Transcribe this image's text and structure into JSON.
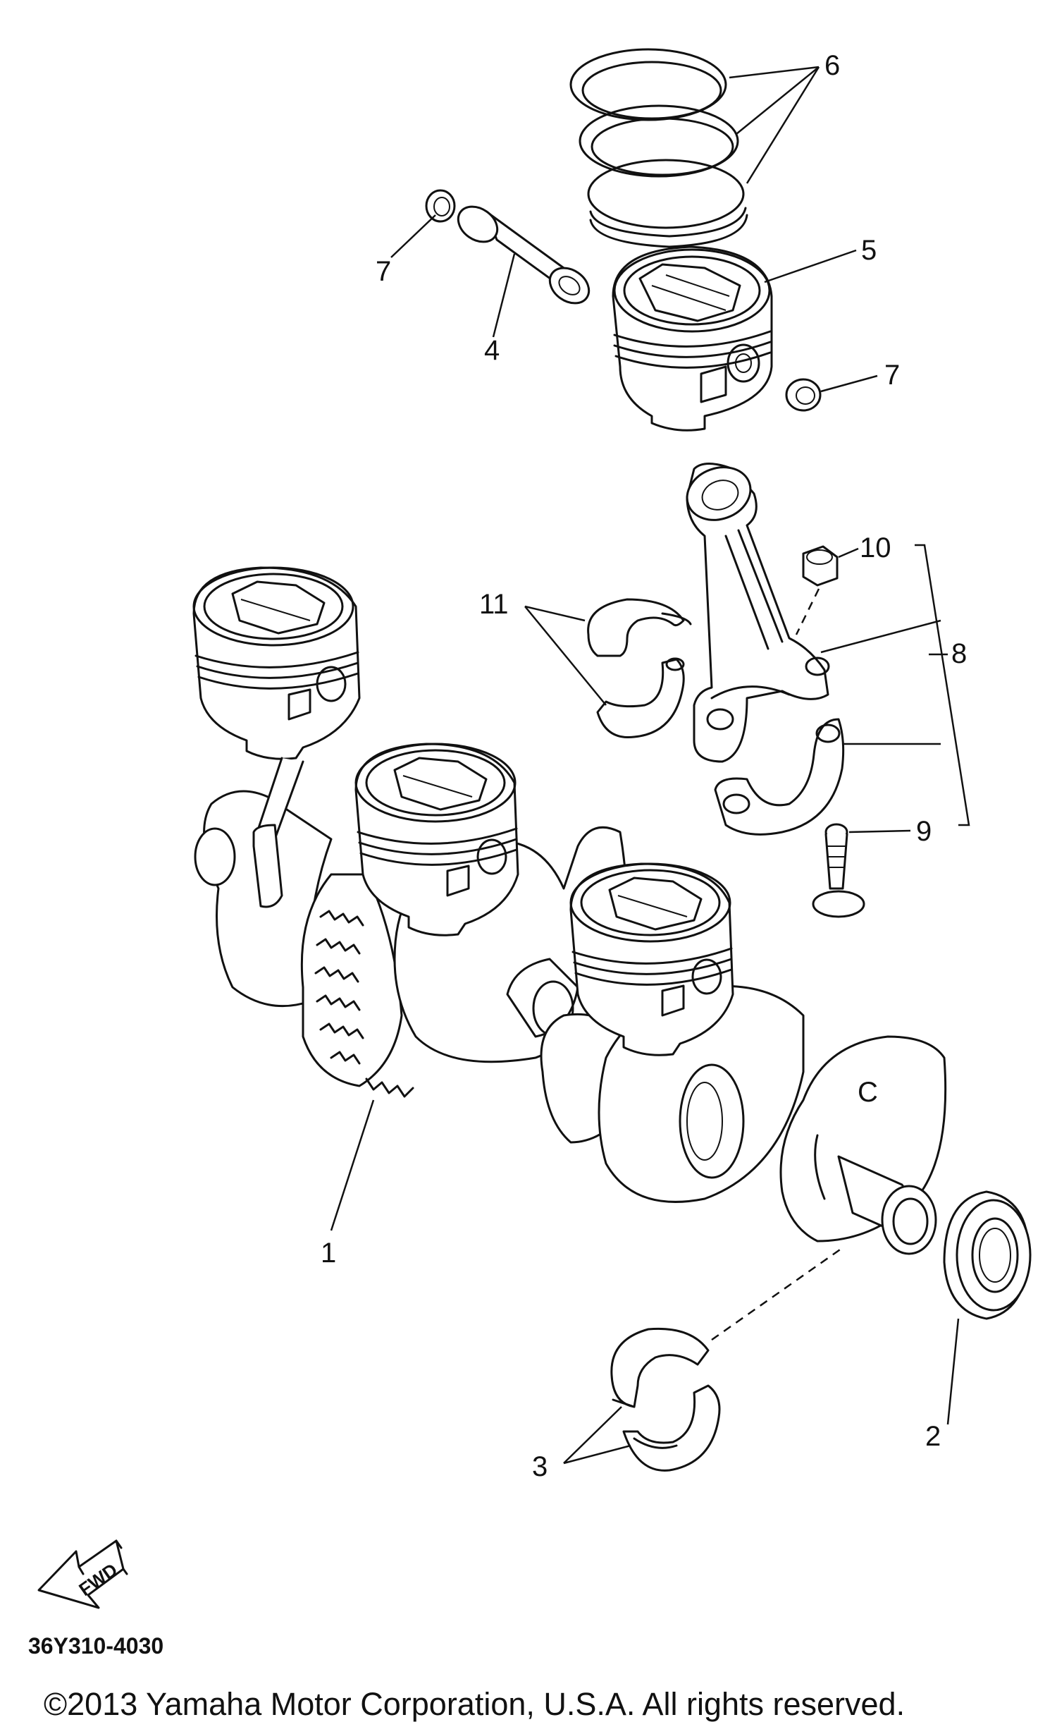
{
  "diagram": {
    "callouts": {
      "c1": "1",
      "c2": "2",
      "c3": "3",
      "c4": "4",
      "c5": "5",
      "c6": "6",
      "c7a": "7",
      "c7b": "7",
      "c8": "8",
      "c9": "9",
      "c10": "10",
      "c11": "11"
    },
    "crank_web_mark": "C",
    "fwd_label": "FWD",
    "part_code": "36Y310-4030",
    "copyright": "©2013 Yamaha Motor Corporation, U.S.A. All rights reserved."
  },
  "colors": {
    "ink": "#111111",
    "background": "#ffffff"
  }
}
